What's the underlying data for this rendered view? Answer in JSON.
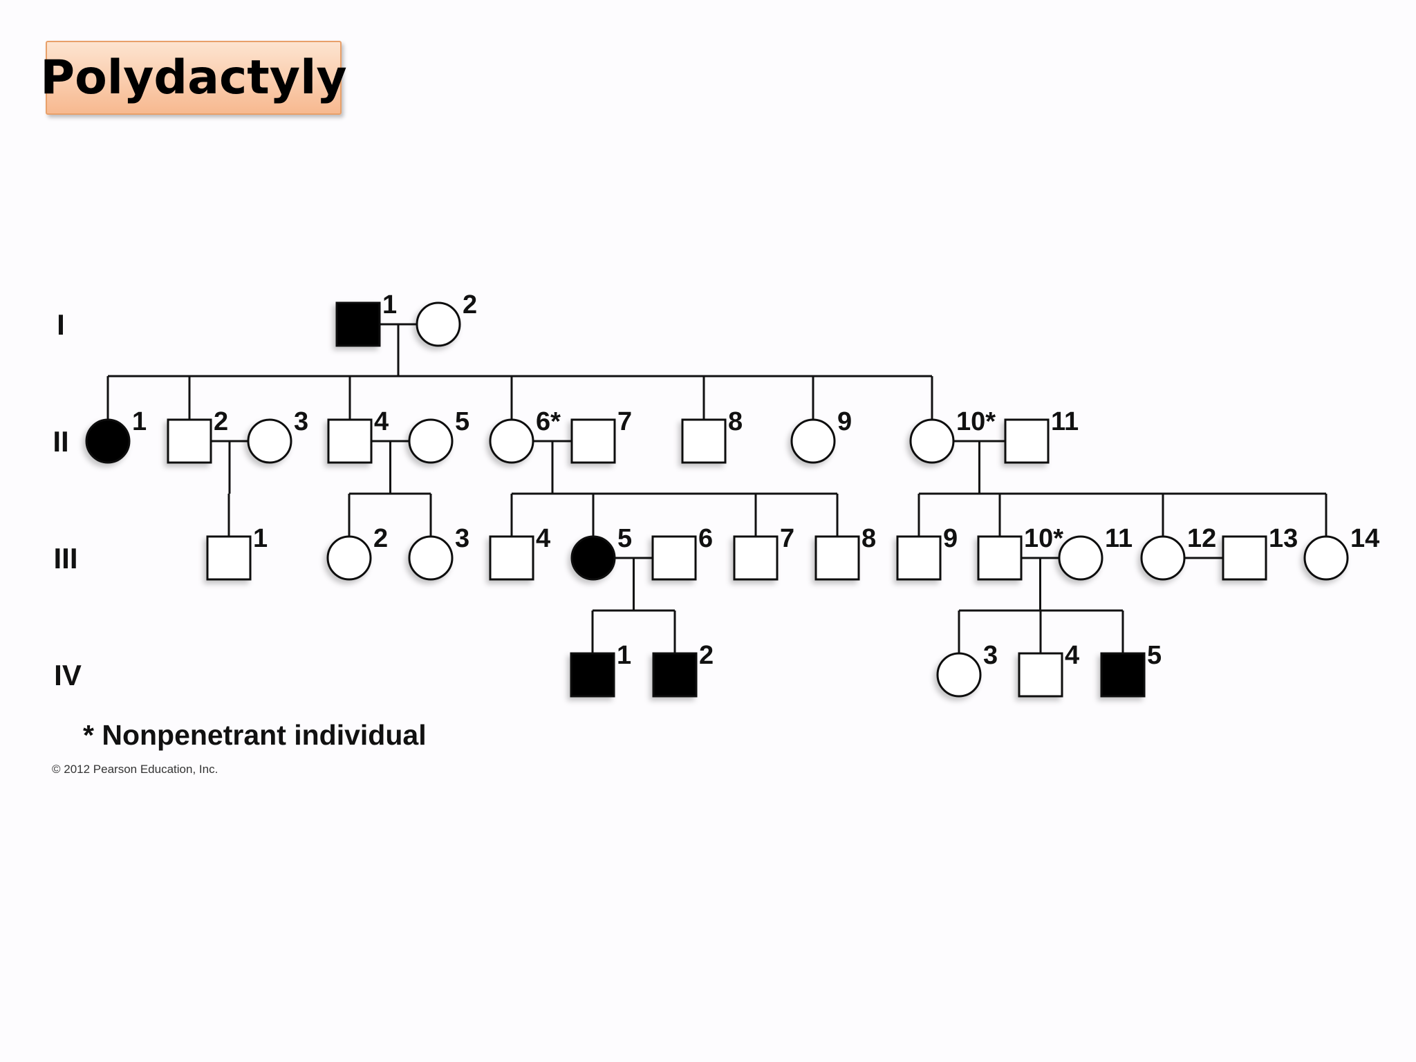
{
  "title": "Polydactyly",
  "generations": [
    "I",
    "II",
    "III",
    "IV"
  ],
  "individuals": [
    {
      "id": "I-1",
      "gen": "I",
      "label": "1",
      "sex": "male",
      "affected": true
    },
    {
      "id": "I-2",
      "gen": "I",
      "label": "2",
      "sex": "female",
      "affected": false
    },
    {
      "id": "II-1",
      "gen": "II",
      "label": "1",
      "sex": "female",
      "affected": true
    },
    {
      "id": "II-2",
      "gen": "II",
      "label": "2",
      "sex": "male",
      "affected": false
    },
    {
      "id": "II-3",
      "gen": "II",
      "label": "3",
      "sex": "female",
      "affected": false
    },
    {
      "id": "II-4",
      "gen": "II",
      "label": "4",
      "sex": "male",
      "affected": false
    },
    {
      "id": "II-5",
      "gen": "II",
      "label": "5",
      "sex": "female",
      "affected": false
    },
    {
      "id": "II-6",
      "gen": "II",
      "label": "6*",
      "sex": "female",
      "affected": false
    },
    {
      "id": "II-7",
      "gen": "II",
      "label": "7",
      "sex": "male",
      "affected": false
    },
    {
      "id": "II-8",
      "gen": "II",
      "label": "8",
      "sex": "male",
      "affected": false
    },
    {
      "id": "II-9",
      "gen": "II",
      "label": "9",
      "sex": "female",
      "affected": false
    },
    {
      "id": "II-10",
      "gen": "II",
      "label": "10*",
      "sex": "female",
      "affected": false
    },
    {
      "id": "II-11",
      "gen": "II",
      "label": "11",
      "sex": "male",
      "affected": false
    },
    {
      "id": "III-1",
      "gen": "III",
      "label": "1",
      "sex": "male",
      "affected": false
    },
    {
      "id": "III-2",
      "gen": "III",
      "label": "2",
      "sex": "female",
      "affected": false
    },
    {
      "id": "III-3",
      "gen": "III",
      "label": "3",
      "sex": "female",
      "affected": false
    },
    {
      "id": "III-4",
      "gen": "III",
      "label": "4",
      "sex": "male",
      "affected": false
    },
    {
      "id": "III-5",
      "gen": "III",
      "label": "5",
      "sex": "female",
      "affected": true
    },
    {
      "id": "III-6",
      "gen": "III",
      "label": "6",
      "sex": "male",
      "affected": false
    },
    {
      "id": "III-7",
      "gen": "III",
      "label": "7",
      "sex": "male",
      "affected": false
    },
    {
      "id": "III-8",
      "gen": "III",
      "label": "8",
      "sex": "male",
      "affected": false
    },
    {
      "id": "III-9",
      "gen": "III",
      "label": "9",
      "sex": "male",
      "affected": false
    },
    {
      "id": "III-10",
      "gen": "III",
      "label": "10*",
      "sex": "male",
      "affected": false
    },
    {
      "id": "III-11",
      "gen": "III",
      "label": "11",
      "sex": "female",
      "affected": false
    },
    {
      "id": "III-12",
      "gen": "III",
      "label": "12",
      "sex": "female",
      "affected": false
    },
    {
      "id": "III-13",
      "gen": "III",
      "label": "13",
      "sex": "male",
      "affected": false
    },
    {
      "id": "III-14",
      "gen": "III",
      "label": "14",
      "sex": "female",
      "affected": false
    },
    {
      "id": "IV-1",
      "gen": "IV",
      "label": "1",
      "sex": "male",
      "affected": true
    },
    {
      "id": "IV-2",
      "gen": "IV",
      "label": "2",
      "sex": "male",
      "affected": true
    },
    {
      "id": "IV-3",
      "gen": "IV",
      "label": "3",
      "sex": "female",
      "affected": false
    },
    {
      "id": "IV-4",
      "gen": "IV",
      "label": "4",
      "sex": "male",
      "affected": false
    },
    {
      "id": "IV-5",
      "gen": "IV",
      "label": "5",
      "sex": "male",
      "affected": true
    }
  ],
  "matings": [
    {
      "partners": [
        "I-1",
        "I-2"
      ],
      "children": [
        "II-1",
        "II-2",
        "II-4",
        "II-6",
        "II-8",
        "II-9",
        "II-10"
      ]
    },
    {
      "partners": [
        "II-2",
        "II-3"
      ],
      "children": [
        "III-1"
      ]
    },
    {
      "partners": [
        "II-4",
        "II-5"
      ],
      "children": [
        "III-2",
        "III-3"
      ]
    },
    {
      "partners": [
        "II-6",
        "II-7"
      ],
      "children": [
        "III-4",
        "III-5",
        "III-7",
        "III-8"
      ]
    },
    {
      "partners": [
        "II-10",
        "II-11"
      ],
      "children": [
        "III-9",
        "III-10",
        "III-12",
        "III-14"
      ]
    },
    {
      "partners": [
        "III-5",
        "III-6"
      ],
      "children": [
        "IV-1",
        "IV-2"
      ]
    },
    {
      "partners": [
        "III-10",
        "III-11"
      ],
      "children": [
        "IV-3",
        "IV-4",
        "IV-5"
      ]
    },
    {
      "partners": [
        "III-12",
        "III-13"
      ],
      "children": []
    }
  ],
  "footnote": "* Nonpenetrant individual",
  "copyright": "© 2012 Pearson Education, Inc.",
  "colors": {
    "affected": "#000000",
    "unaffected": "#ffffff",
    "line": "#111111",
    "title_bg": "#f9c9a4"
  }
}
